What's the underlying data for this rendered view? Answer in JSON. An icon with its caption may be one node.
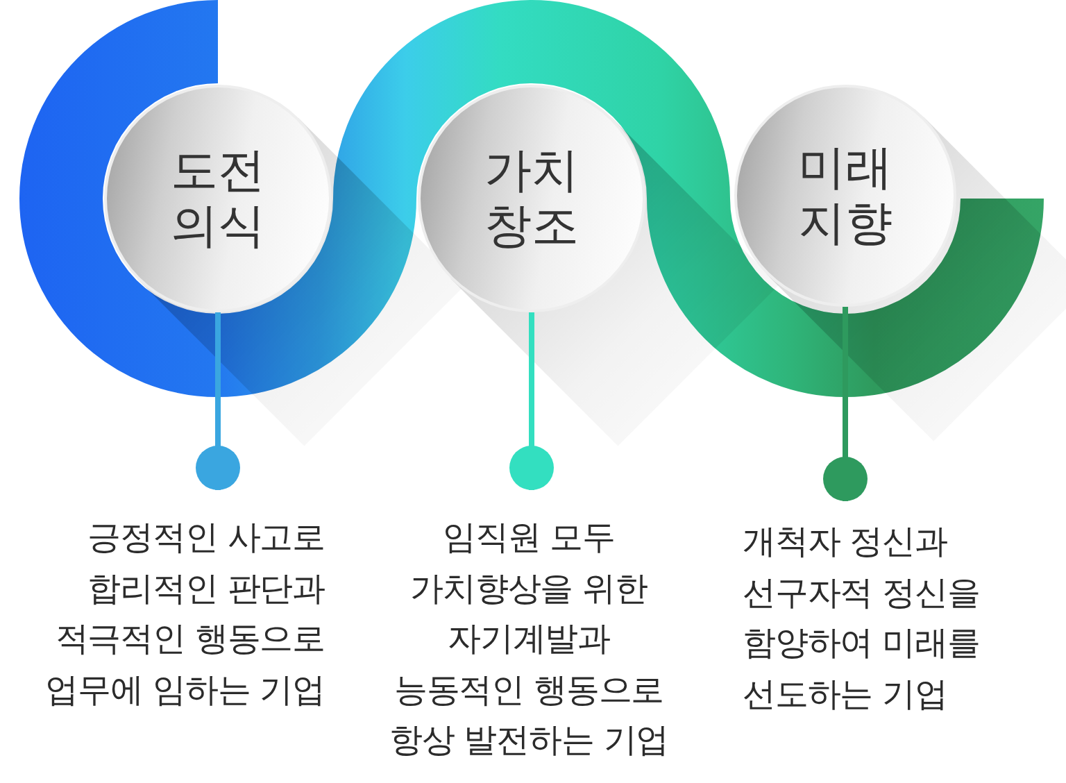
{
  "diagram": {
    "nodes": [
      {
        "text": [
          "도전 의식"
        ]
      },
      {
        "text": [
          "가치 창조"
        ]
      },
      {
        "text": [
          "미래 지향"
        ]
      },
      {
        "text": [
          "긍정적인 사고로 합리적인 판단과 적극적인 행동으로 업무에 임하는 기업"
        ]
      },
      {
        "text": [
          "임직원 모두 가치향상을 위한 자기계발과 능동적인 행동으로 항상 발전하는 기업"
        ]
      },
      {
        "text": [
          "개척자 정신과 선구자적 정신을 함양하여 미래를 선도하는 기업"
        ]
      }
    ],
    "edges": [
      {
        "from": 0,
        "to": 3,
        "arrow": "other",
        "color": "#3aa6e0"
      },
      {
        "from": 1,
        "to": 4,
        "arrow": "other",
        "color": "#33dfc0"
      },
      {
        "from": 2,
        "to": 5,
        "arrow": "other",
        "color": "#2e9a5e"
      }
    ]
  }
}
